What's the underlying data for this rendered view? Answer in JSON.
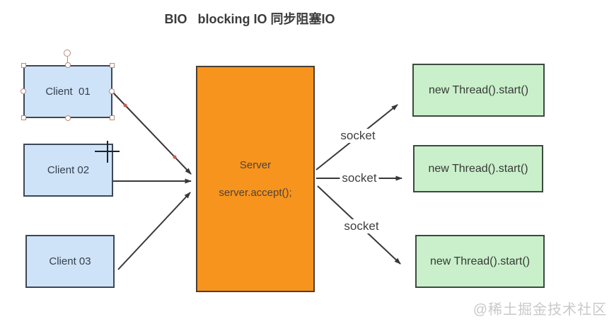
{
  "title": "BIO   blocking IO 同步阻塞IO",
  "diagram": {
    "clients": [
      {
        "label": "Client  01",
        "selected": true
      },
      {
        "label": "Client 02",
        "selected": false
      },
      {
        "label": "Client 03",
        "selected": false
      }
    ],
    "server": {
      "name": "Server",
      "code": "server.accept();"
    },
    "threads": [
      {
        "label": "new Thread().start()"
      },
      {
        "label": "new Thread().start()"
      },
      {
        "label": "new Thread().start()"
      }
    ],
    "socket_labels": [
      "socket",
      "socket",
      "socket"
    ]
  },
  "watermark": "@稀土掘金技术社区",
  "colors": {
    "client_fill": "#cfe3f8",
    "client_border": "#3d4756",
    "client_text": "#33404e",
    "server_fill": "#f7941d",
    "server_border": "#4c3e30",
    "server_text": "#4f4339",
    "thread_fill": "#c9f0ca",
    "thread_border": "#3c4a40",
    "thread_text": "#383838",
    "arrow": "#383838",
    "socket_text": "#3f3f3f",
    "selection_handle": "#bd8878",
    "waypoint_dot": "#cb5a4a",
    "title_text": "#3b3b3b",
    "watermark_text": "#c9c9c9"
  }
}
